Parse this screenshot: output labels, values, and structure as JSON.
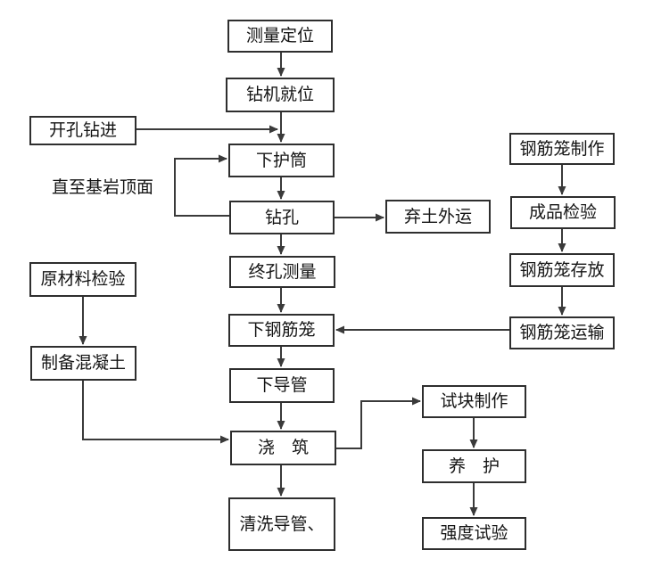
{
  "diagram": {
    "type": "flowchart",
    "language": "zh-CN",
    "subject": "bored-pile construction process flow"
  },
  "nodes": {
    "measure": {
      "label": "测量定位"
    },
    "rig": {
      "label": "钻机就位"
    },
    "open_hole": {
      "label": "开孔钻进"
    },
    "casing": {
      "label": "下护筒"
    },
    "drill": {
      "label": "钻孔"
    },
    "spoil": {
      "label": "弃土外运"
    },
    "final_survey": {
      "label": "终孔测量"
    },
    "lower_cage": {
      "label": "下钢筋笼"
    },
    "tremie": {
      "label": "下导管"
    },
    "pour": {
      "label": "浇　筑"
    },
    "clean": {
      "label": "清洗导管、"
    },
    "cage_make": {
      "label": "钢筋笼制作"
    },
    "product_check": {
      "label": "成品检验"
    },
    "cage_store": {
      "label": "钢筋笼存放"
    },
    "cage_transport": {
      "label": "钢筋笼运输"
    },
    "raw_material": {
      "label": "原材料检验"
    },
    "concrete": {
      "label": "制备混凝土"
    },
    "test_block": {
      "label": "试块制作"
    },
    "curing": {
      "label": "养　护"
    },
    "strength": {
      "label": "强度试验"
    }
  },
  "annotations": {
    "until_bedrock": "直至基岩顶面"
  },
  "edges": [
    {
      "from": "measure",
      "to": "rig"
    },
    {
      "from": "rig",
      "to": "casing"
    },
    {
      "from": "open_hole",
      "to": "casing"
    },
    {
      "from": "casing",
      "to": "drill"
    },
    {
      "from": "drill",
      "to": "casing",
      "note": "loop back"
    },
    {
      "from": "drill",
      "to": "spoil"
    },
    {
      "from": "drill",
      "to": "final_survey"
    },
    {
      "from": "final_survey",
      "to": "lower_cage"
    },
    {
      "from": "lower_cage",
      "to": "tremie"
    },
    {
      "from": "tremie",
      "to": "pour"
    },
    {
      "from": "pour",
      "to": "clean"
    },
    {
      "from": "cage_make",
      "to": "product_check"
    },
    {
      "from": "product_check",
      "to": "cage_store"
    },
    {
      "from": "cage_store",
      "to": "cage_transport"
    },
    {
      "from": "cage_transport",
      "to": "lower_cage"
    },
    {
      "from": "raw_material",
      "to": "concrete"
    },
    {
      "from": "concrete",
      "to": "pour"
    },
    {
      "from": "pour",
      "to": "test_block"
    },
    {
      "from": "test_block",
      "to": "curing"
    },
    {
      "from": "curing",
      "to": "strength"
    }
  ],
  "colors": {
    "background": "#ffffff",
    "box_border": "#2e2e2e",
    "line": "#3a3a3a",
    "text": "#141414"
  }
}
